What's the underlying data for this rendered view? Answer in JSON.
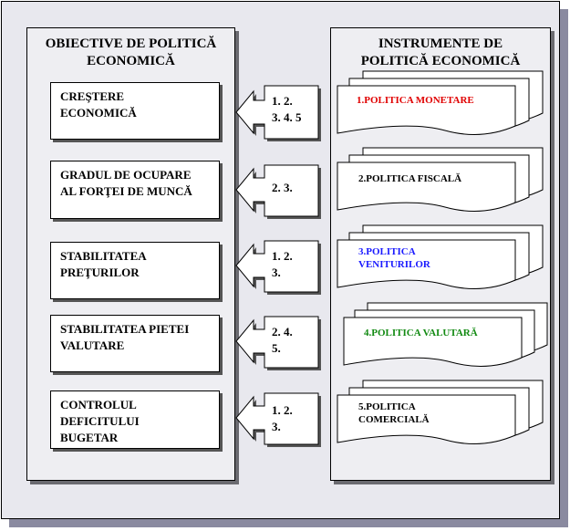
{
  "left_panel": {
    "title": "OBIECTIVE DE POLITICĂ\nECONOMICĂ",
    "items": [
      {
        "label": "CREŞTERE\nECONOMICĂ"
      },
      {
        "label": "GRADUL DE OCUPARE\nAL FORŢEI DE MUNCĂ"
      },
      {
        "label": "STABILITATEA\nPREŢURILOR"
      },
      {
        "label": "STABILITATEA PIETEI\nVALUTARE"
      },
      {
        "label": "CONTROLUL\nDEFICITULUI\nBUGETAR"
      }
    ]
  },
  "arrows": [
    {
      "refs": "1. 2.\n3. 4. 5"
    },
    {
      "refs": "2. 3."
    },
    {
      "refs": "1. 2.\n3."
    },
    {
      "refs": "2. 4.\n5."
    },
    {
      "refs": "1. 2.\n3."
    }
  ],
  "right_panel": {
    "title": "INSTRUMENTE DE\nPOLITICĂ ECONOMICĂ",
    "items": [
      {
        "label": "1.POLITICA MONETARE",
        "color": "#e00000"
      },
      {
        "label": "2.POLITICA FISCALĂ",
        "color": "#000000"
      },
      {
        "label": "3.POLITICA\nVENITURILOR",
        "color": "#1a1aff"
      },
      {
        "label": "4.POLITICA  VALUTARĂ",
        "color": "#128a12"
      },
      {
        "label": "5.POLITICA\nCOMERCIALĂ",
        "color": "#000000"
      }
    ]
  }
}
